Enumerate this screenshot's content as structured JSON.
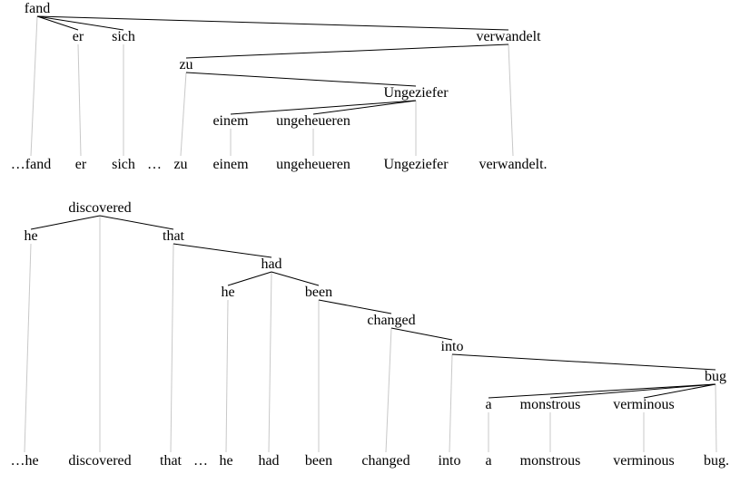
{
  "diagrams": [
    {
      "language": "German",
      "nodes": [
        {
          "id": "fand",
          "label": "fand"
        },
        {
          "id": "er",
          "label": "er"
        },
        {
          "id": "sich",
          "label": "sich"
        },
        {
          "id": "verwandelt",
          "label": "verwandelt"
        },
        {
          "id": "zu",
          "label": "zu"
        },
        {
          "id": "Ungeziefer",
          "label": "Ungeziefer"
        },
        {
          "id": "einem",
          "label": "einem"
        },
        {
          "id": "ungeheueren",
          "label": "ungeheueren"
        }
      ],
      "edges": [
        [
          "fand",
          "er"
        ],
        [
          "fand",
          "sich"
        ],
        [
          "fand",
          "verwandelt"
        ],
        [
          "verwandelt",
          "zu"
        ],
        [
          "zu",
          "Ungeziefer"
        ],
        [
          "Ungeziefer",
          "einem"
        ],
        [
          "Ungeziefer",
          "ungeheueren"
        ]
      ],
      "sentence": [
        "…fand",
        "er",
        "sich",
        "…",
        "zu",
        "einem",
        "ungeheueren",
        "Ungeziefer",
        "verwandelt."
      ]
    },
    {
      "language": "English",
      "nodes": [
        {
          "id": "discovered",
          "label": "discovered"
        },
        {
          "id": "he1",
          "label": "he"
        },
        {
          "id": "that",
          "label": "that"
        },
        {
          "id": "had",
          "label": "had"
        },
        {
          "id": "he2",
          "label": "he"
        },
        {
          "id": "been",
          "label": "been"
        },
        {
          "id": "changed",
          "label": "changed"
        },
        {
          "id": "into",
          "label": "into"
        },
        {
          "id": "bug",
          "label": "bug"
        },
        {
          "id": "a",
          "label": "a"
        },
        {
          "id": "monstrous",
          "label": "monstrous"
        },
        {
          "id": "verminous",
          "label": "verminous"
        }
      ],
      "edges": [
        [
          "discovered",
          "he1"
        ],
        [
          "discovered",
          "that"
        ],
        [
          "that",
          "had"
        ],
        [
          "had",
          "he2"
        ],
        [
          "had",
          "been"
        ],
        [
          "been",
          "changed"
        ],
        [
          "changed",
          "into"
        ],
        [
          "into",
          "bug"
        ],
        [
          "bug",
          "a"
        ],
        [
          "bug",
          "monstrous"
        ],
        [
          "bug",
          "verminous"
        ]
      ],
      "sentence": [
        "…he",
        "discovered",
        "that",
        "…",
        "he",
        "had",
        "been",
        "changed",
        "into",
        "a",
        "monstrous",
        "verminous",
        "bug."
      ]
    }
  ]
}
